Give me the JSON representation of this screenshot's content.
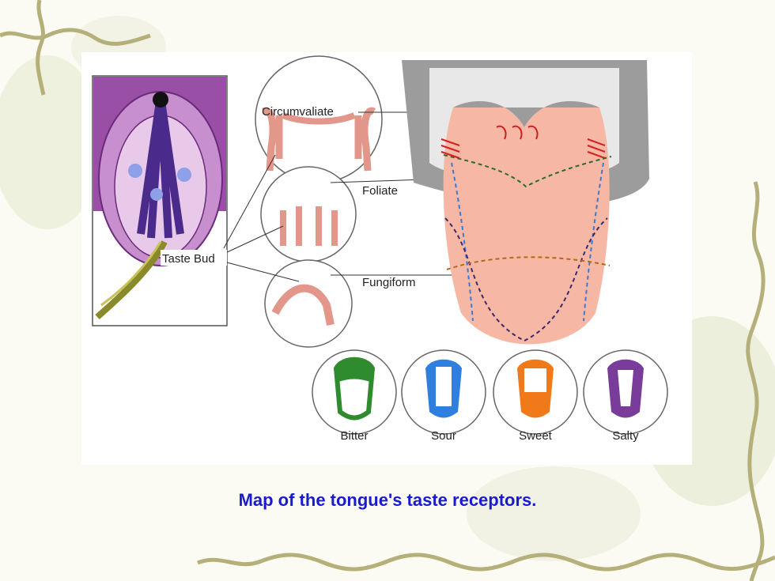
{
  "diagram": {
    "labels": {
      "circumvaliate": "Circumvaliate",
      "foliate": "Foliate",
      "fungiform": "Fungiform",
      "taste_bud": "Taste Bud"
    },
    "taste_regions": [
      {
        "label": "Bitter",
        "color": "#2e8b2e"
      },
      {
        "label": "Sour",
        "color": "#2f7fe0"
      },
      {
        "label": "Sweet",
        "color": "#f07a1a"
      },
      {
        "label": "Salty",
        "color": "#7a3c9a"
      }
    ],
    "tongue_color": "#f7b7a5"
  },
  "caption": {
    "text": "Map of the tongue's taste receptors."
  }
}
